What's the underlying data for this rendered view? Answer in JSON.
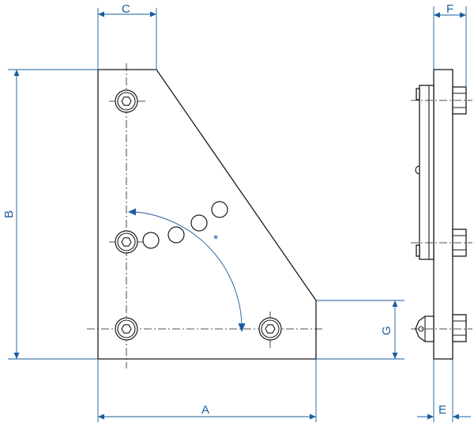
{
  "dimensions": {
    "a": "A",
    "b": "B",
    "c": "C",
    "e": "E",
    "f": "F",
    "g": "G"
  },
  "angle_marker": "*",
  "colors": {
    "dimension": "#1a5c9e",
    "outline": "#1a1a1a"
  }
}
